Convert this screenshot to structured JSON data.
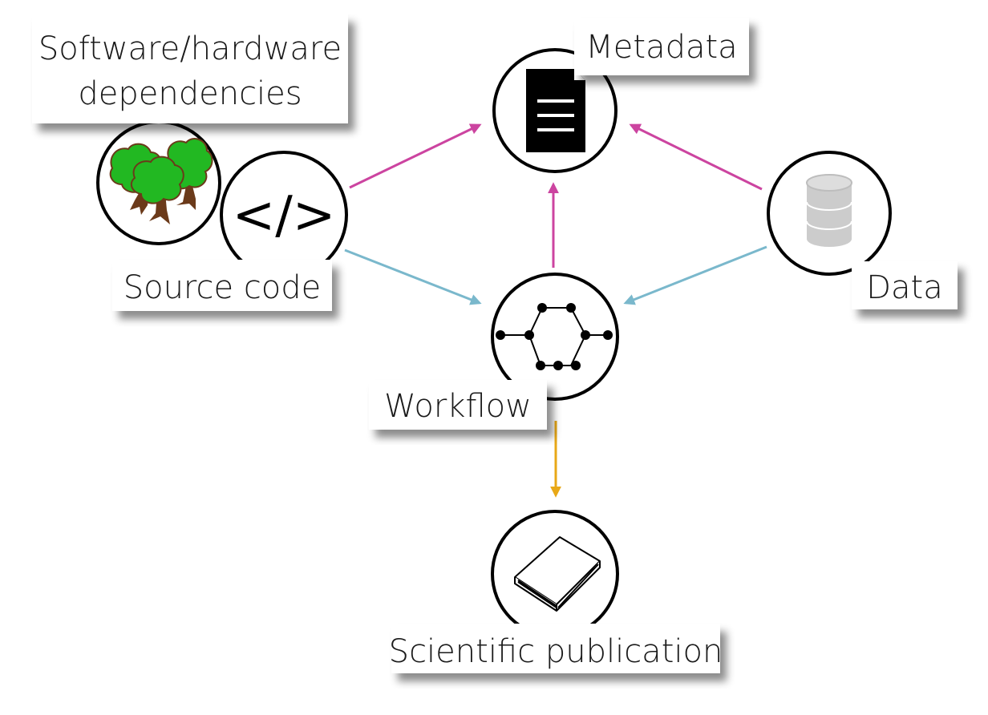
{
  "nodes": {
    "software": {
      "label_line1": "Software/hardware",
      "label_line2": "dependencies"
    },
    "metadata": {
      "label": "Metadata"
    },
    "source_code": {
      "label": "Source code",
      "symbol": "</>"
    },
    "data": {
      "label": "Data"
    },
    "workflow": {
      "label": "Workflow"
    },
    "publication": {
      "label": "Scientific publication"
    }
  },
  "colors": {
    "metadata_link": "#cc44a0",
    "workflow_link": "#7ab8cc",
    "publication_link": "#e8a817",
    "tree_leaf": "#22b822",
    "tree_trunk": "#6b3a1a",
    "database": "#cccccc"
  },
  "icons": {
    "software": "trees-icon",
    "source_code": "code-icon",
    "metadata": "document-icon",
    "data": "database-icon",
    "workflow": "graph-network-icon",
    "publication": "book-icon"
  }
}
